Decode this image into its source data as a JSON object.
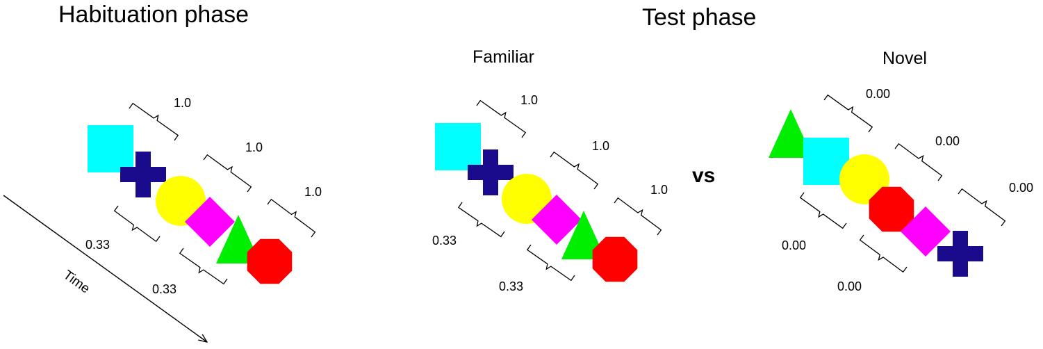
{
  "habituation": {
    "title": "Habituation phase",
    "time_label": "Time",
    "top_probs": [
      "1.0",
      "1.0",
      "1.0"
    ],
    "bottom_probs": [
      "0.33",
      "0.33"
    ],
    "sequence": [
      "square",
      "cross",
      "circle",
      "diamond",
      "triangle",
      "octagon"
    ]
  },
  "test": {
    "title": "Test phase",
    "vs_label": "vs",
    "familiar": {
      "title": "Familiar",
      "top_probs": [
        "1.0",
        "1.0",
        "1.0"
      ],
      "bottom_probs": [
        "0.33",
        "0.33"
      ],
      "sequence": [
        "square",
        "cross",
        "circle",
        "diamond",
        "triangle",
        "octagon"
      ]
    },
    "novel": {
      "title": "Novel",
      "top_probs": [
        "0.00",
        "0.00",
        "0.00"
      ],
      "bottom_probs": [
        "0.00",
        "0.00"
      ],
      "sequence": [
        "triangle",
        "square",
        "circle",
        "octagon",
        "diamond",
        "cross"
      ]
    }
  },
  "colors": {
    "square": "#00FFFF",
    "cross": "#1A0A8C",
    "circle": "#FFFF00",
    "diamond": "#FF00FF",
    "triangle": "#00EE00",
    "octagon": "#FF0000"
  }
}
